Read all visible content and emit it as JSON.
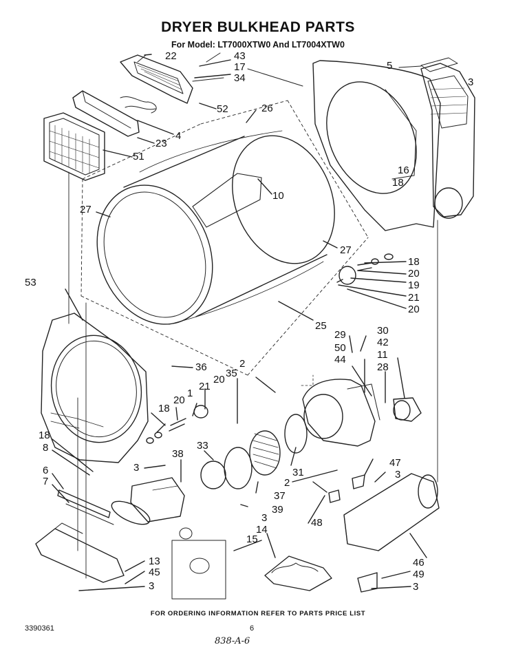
{
  "title": "DRYER BULKHEAD PARTS",
  "subtitle": "For Model: LT7000XTW0 And LT7004XTW0",
  "footer_note": "FOR ORDERING INFORMATION REFER TO PARTS PRICE LIST",
  "doc_number": "3390361",
  "page_number": "6",
  "handwritten_note": "838-A-6",
  "callouts": [
    {
      "id": "c22",
      "text": "22"
    },
    {
      "id": "c43",
      "text": "43"
    },
    {
      "id": "c17",
      "text": "17"
    },
    {
      "id": "c34",
      "text": "34"
    },
    {
      "id": "c52",
      "text": "52"
    },
    {
      "id": "c26",
      "text": "26"
    },
    {
      "id": "c4",
      "text": "4"
    },
    {
      "id": "c23",
      "text": "23"
    },
    {
      "id": "c51",
      "text": "51"
    },
    {
      "id": "c5",
      "text": "5"
    },
    {
      "id": "c3a",
      "text": "3"
    },
    {
      "id": "c16",
      "text": "16"
    },
    {
      "id": "c18a",
      "text": "18"
    },
    {
      "id": "c10",
      "text": "10"
    },
    {
      "id": "c27a",
      "text": "27"
    },
    {
      "id": "c27b",
      "text": "27"
    },
    {
      "id": "c18b",
      "text": "18"
    },
    {
      "id": "c20a",
      "text": "20"
    },
    {
      "id": "c19",
      "text": "19"
    },
    {
      "id": "c21a",
      "text": "21"
    },
    {
      "id": "c20b",
      "text": "20"
    },
    {
      "id": "c53",
      "text": "53"
    },
    {
      "id": "c25",
      "text": "25"
    },
    {
      "id": "c29",
      "text": "29"
    },
    {
      "id": "c30",
      "text": "30"
    },
    {
      "id": "c50",
      "text": "50"
    },
    {
      "id": "c42",
      "text": "42"
    },
    {
      "id": "c44",
      "text": "44"
    },
    {
      "id": "c11",
      "text": "11"
    },
    {
      "id": "c28",
      "text": "28"
    },
    {
      "id": "c36",
      "text": "36"
    },
    {
      "id": "c2a",
      "text": "2"
    },
    {
      "id": "c35",
      "text": "35"
    },
    {
      "id": "c21b",
      "text": "21"
    },
    {
      "id": "c20c",
      "text": "20"
    },
    {
      "id": "c1",
      "text": "1"
    },
    {
      "id": "c20d",
      "text": "20"
    },
    {
      "id": "c18c",
      "text": "18"
    },
    {
      "id": "c18d",
      "text": "18"
    },
    {
      "id": "c8",
      "text": "8"
    },
    {
      "id": "c33",
      "text": "33"
    },
    {
      "id": "c38",
      "text": "38"
    },
    {
      "id": "c3b",
      "text": "3"
    },
    {
      "id": "c6",
      "text": "6"
    },
    {
      "id": "c7",
      "text": "7"
    },
    {
      "id": "c47",
      "text": "47"
    },
    {
      "id": "c3c",
      "text": "3"
    },
    {
      "id": "c31",
      "text": "31"
    },
    {
      "id": "c2b",
      "text": "2"
    },
    {
      "id": "c37",
      "text": "37"
    },
    {
      "id": "c39",
      "text": "39"
    },
    {
      "id": "c3d",
      "text": "3"
    },
    {
      "id": "c48",
      "text": "48"
    },
    {
      "id": "c14",
      "text": "14"
    },
    {
      "id": "c15",
      "text": "15"
    },
    {
      "id": "c46",
      "text": "46"
    },
    {
      "id": "c13",
      "text": "13"
    },
    {
      "id": "c45",
      "text": "45"
    },
    {
      "id": "c49",
      "text": "49"
    },
    {
      "id": "c3e",
      "text": "3"
    },
    {
      "id": "c3f",
      "text": "3"
    }
  ]
}
